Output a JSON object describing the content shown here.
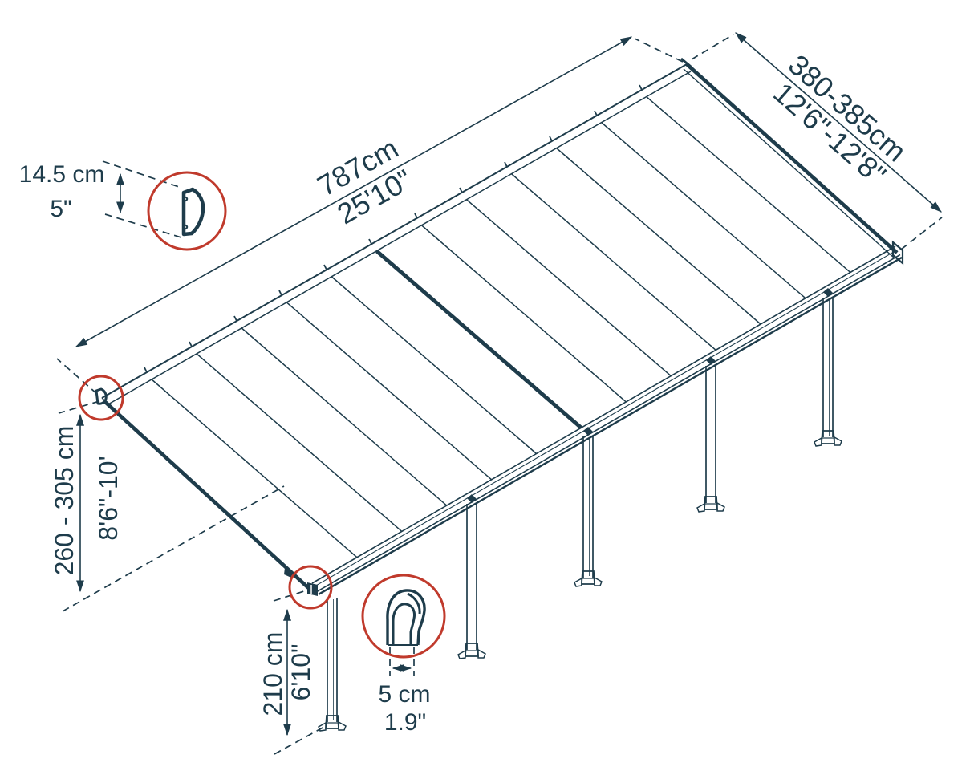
{
  "diagram_type": "patio-cover-dimension-drawing",
  "colors": {
    "line": "#1e3c4b",
    "accent_circle": "#c03a2c",
    "background": "#ffffff"
  },
  "structure": {
    "roof_panels": 13,
    "support_posts": 5,
    "detail_callouts": 4
  },
  "dims": {
    "profile_height": {
      "metric": "14.5 cm",
      "imperial": "5\""
    },
    "length": {
      "metric": "787cm",
      "imperial": "25'10\""
    },
    "width": {
      "metric": "380-385cm",
      "imperial": "12'6\"-12'8\""
    },
    "attach_height": {
      "metric": "260 - 305 cm",
      "imperial": "8'6\"-10'"
    },
    "clearance_height": {
      "metric": "210 cm",
      "imperial": "6'10\""
    },
    "post_width": {
      "metric": "5 cm",
      "imperial": "1.9\""
    }
  }
}
